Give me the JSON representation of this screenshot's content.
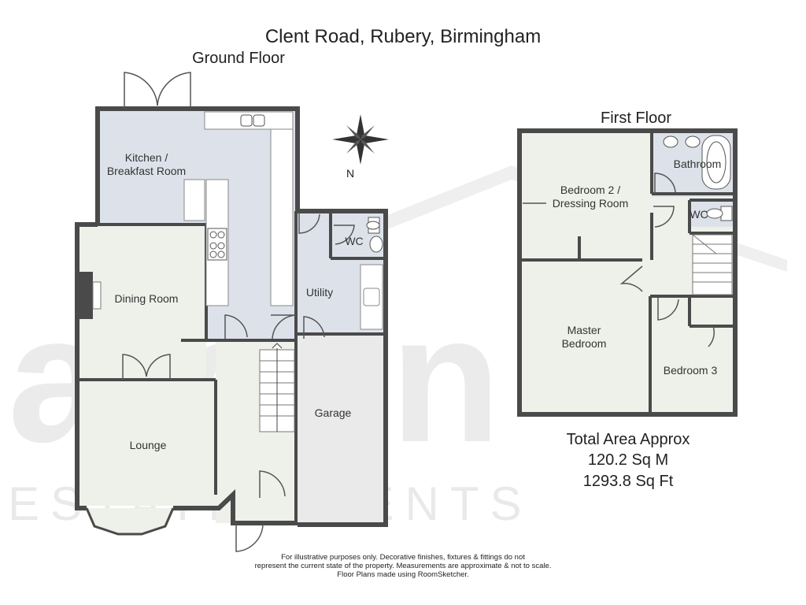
{
  "title": "Clent Road, Rubery, Birmingham",
  "watermark": {
    "logo": "arden",
    "text": "ESTATE AGENTS"
  },
  "ground_floor": {
    "label": "Ground Floor",
    "rooms": {
      "kitchen_l1": "Kitchen /",
      "kitchen_l2": "Breakfast Room",
      "dining": "Dining Room",
      "utility": "Utility",
      "wc": "WC",
      "lounge": "Lounge",
      "garage": "Garage"
    }
  },
  "first_floor": {
    "label": "First Floor",
    "rooms": {
      "bathroom": "Bathroom",
      "bedroom2_l1": "Bedroom 2 /",
      "bedroom2_l2": "Dressing Room",
      "wc": "WC",
      "master_l1": "Master",
      "master_l2": "Bedroom",
      "bedroom3": "Bedroom 3"
    }
  },
  "total_area": {
    "heading": "Total Area Approx",
    "sq_m": "120.2 Sq M",
    "sq_ft": "1293.8 Sq Ft"
  },
  "compass": {
    "label": "N",
    "icon": "compass-icon"
  },
  "footnote": {
    "line1": "For illustrative purposes only. Decorative finishes, fixtures & fittings do not",
    "line2": "represent the current state of the property. Measurements are approximate & not to scale.",
    "line3": "Floor Plans made using RoomSketcher."
  },
  "colors": {
    "wall": "#4a4a4a",
    "kitchen_fill": "#dde2ea",
    "room_fill": "#eef0ea",
    "garage_fill": "#eaeaea",
    "watermark": "#ebebeb"
  }
}
